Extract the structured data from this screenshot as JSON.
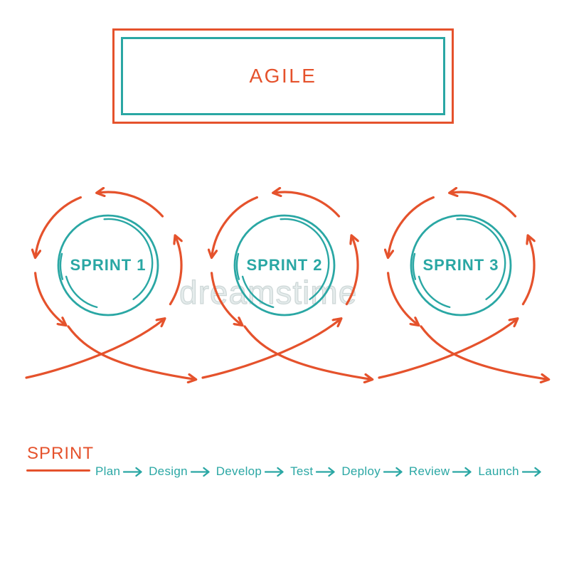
{
  "title": {
    "text": "AGILE"
  },
  "sprints": [
    {
      "label": "SPRINT 1"
    },
    {
      "label": "SPRINT 2"
    },
    {
      "label": "SPRINT 3"
    }
  ],
  "legend": {
    "heading": "SPRINT"
  },
  "process": {
    "steps": [
      "Plan",
      "Design",
      "Develop",
      "Test",
      "Deploy",
      "Review",
      "Launch"
    ]
  },
  "watermark": {
    "text": "dreamstime"
  },
  "colors": {
    "orange": "#e5522c",
    "teal": "#2aa7a4",
    "watermark_gray": "#d6dede"
  },
  "icons": {
    "loop_arrowhead": "chevron-arrowhead",
    "step_arrow": "right-arrow"
  }
}
